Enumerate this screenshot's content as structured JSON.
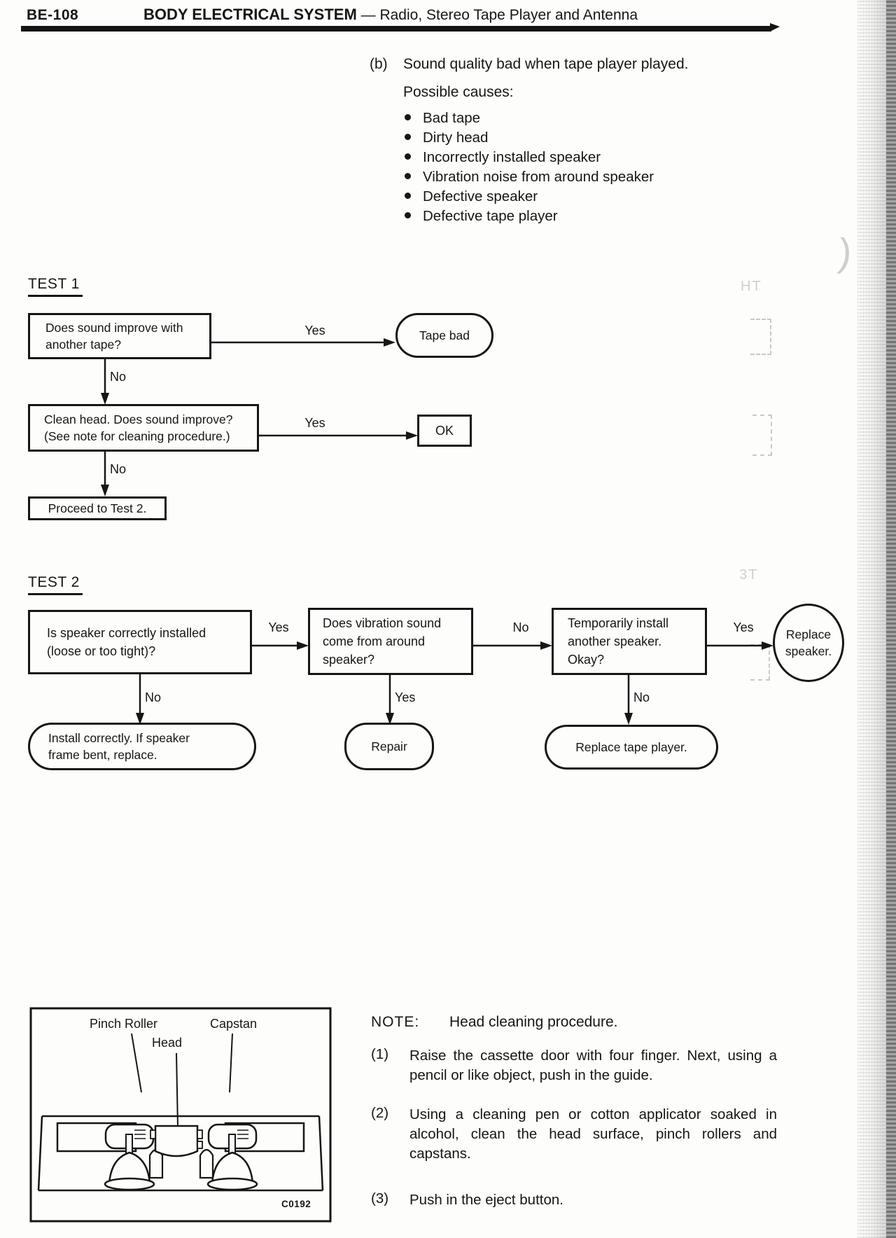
{
  "page": {
    "page_number": "BE-108",
    "title_bold": "BODY ELECTRICAL SYSTEM",
    "title_rest": "— Radio, Stereo Tape Player and Antenna"
  },
  "section_b": {
    "label": "(b)",
    "title": "Sound quality bad when tape player played.",
    "causes_heading": "Possible causes:",
    "causes": [
      "Bad tape",
      "Dirty head",
      "Incorrectly installed speaker",
      "Vibration noise from around speaker",
      "Defective speaker",
      "Defective tape player"
    ]
  },
  "test1": {
    "heading": "TEST 1",
    "q1": [
      "Does sound improve with",
      "another tape?"
    ],
    "yes1": "Yes",
    "no1": "No",
    "tape_bad": "Tape bad",
    "q2": [
      "Clean head. Does sound improve?",
      "(See note for cleaning procedure.)"
    ],
    "yes2": "Yes",
    "no2": "No",
    "ok": "OK",
    "proceed": "Proceed to Test 2."
  },
  "test2": {
    "heading": "TEST 2",
    "q1": [
      "Is speaker correctly installed",
      "(loose or too tight)?"
    ],
    "yes1": "Yes",
    "no1": "No",
    "q2": [
      "Does vibration sound",
      "come from around",
      "speaker?"
    ],
    "yes2": "Yes",
    "no2": "No",
    "q3": [
      "Temporarily install",
      "another speaker.",
      "Okay?"
    ],
    "yes3": "Yes",
    "no3": "No",
    "replace_speaker": [
      "Replace",
      "speaker."
    ],
    "install_correctly": [
      "Install correctly. If speaker",
      "frame bent, replace."
    ],
    "repair": "Repair",
    "replace_tape_player": "Replace tape player."
  },
  "diagram": {
    "labels": {
      "pinch_roller": "Pinch Roller",
      "head": "Head",
      "capstan": "Capstan"
    },
    "code": "C0192"
  },
  "note": {
    "label": "NOTE:",
    "title": "Head cleaning procedure.",
    "items": [
      {
        "num": "(1)",
        "text": "Raise the cassette door with four finger. Next, using a pencil or like object, push in the guide."
      },
      {
        "num": "(2)",
        "text": "Using a cleaning pen or cotton applicator soaked in alcohol, clean the head surface, pinch rollers and capstans."
      },
      {
        "num": "(3)",
        "text": "Push in the eject button."
      }
    ]
  },
  "edge_ghosts": {
    "paren": ")",
    "ht": "HT",
    "tt": "3T"
  }
}
